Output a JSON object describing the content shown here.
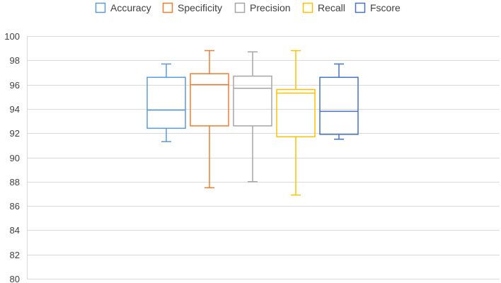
{
  "chart_data": {
    "type": "box",
    "title": "",
    "xlabel": "",
    "ylabel": "",
    "ylim": [
      80,
      100
    ],
    "yticks": [
      80,
      82,
      84,
      86,
      88,
      90,
      92,
      94,
      96,
      98,
      100
    ],
    "ytick_labels": [
      "80",
      "82",
      "84",
      "86",
      "88",
      "90",
      "92",
      "94",
      "96",
      "98",
      "100"
    ],
    "grid": true,
    "legend_position": "top",
    "series": [
      {
        "name": "Accuracy",
        "color": "#5b9bd5",
        "min": 91.3,
        "q1": 92.4,
        "median": 93.9,
        "q3": 96.6,
        "max": 97.7,
        "mean": null
      },
      {
        "name": "Specificity",
        "color": "#ed7d31",
        "min": 87.5,
        "q1": 92.6,
        "median": 96.0,
        "q3": 96.9,
        "max": 98.8,
        "mean": null
      },
      {
        "name": "Precision",
        "color": "#a5a5a5",
        "min": 88.0,
        "q1": 92.6,
        "median": 95.7,
        "q3": 96.7,
        "max": 98.7,
        "mean": null
      },
      {
        "name": "Recall",
        "color": "#ffc000",
        "min": 86.9,
        "q1": 91.7,
        "median": 95.3,
        "q3": 95.6,
        "max": 98.8,
        "mean": null
      },
      {
        "name": "Fscore",
        "color": "#4472c4",
        "min": 91.5,
        "q1": 91.9,
        "median": 93.8,
        "q3": 96.6,
        "max": 97.7,
        "mean": null
      }
    ]
  }
}
